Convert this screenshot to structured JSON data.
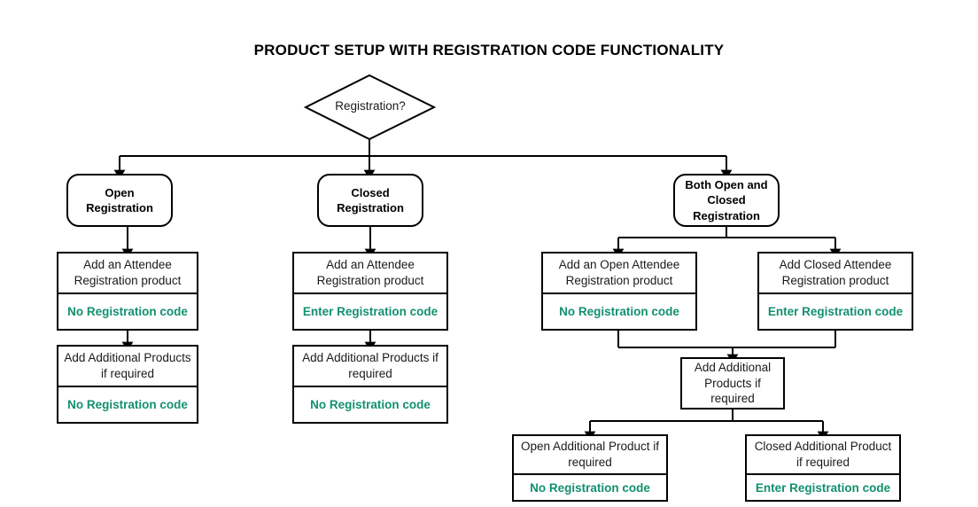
{
  "page": {
    "title": "PRODUCT SETUP WITH REGISTRATION CODE FUNCTIONALITY",
    "background": "#ffffff",
    "line_color": "#000000",
    "code_text_color": "#12906e",
    "text_color": "#1a1a1a"
  },
  "diagram": {
    "type": "flowchart",
    "decision": {
      "label": "Registration?",
      "shape": "diamond"
    },
    "branches": [
      {
        "id": "open",
        "terminal": "Open Registration",
        "steps": [
          {
            "text": "Add an Attendee Registration product",
            "code": "No Registration code"
          },
          {
            "text": "Add Additional Products if required",
            "code": "No Registration code"
          }
        ]
      },
      {
        "id": "closed",
        "terminal": "Closed Registration",
        "steps": [
          {
            "text": "Add an Attendee Registration product",
            "code": "Enter Registration code"
          },
          {
            "text": "Add Additional Products if required",
            "code": "No Registration code"
          }
        ]
      },
      {
        "id": "both",
        "terminal": "Both Open and Closed Registration",
        "steps": [
          {
            "text": "Add an Open Attendee Registration product",
            "code": "No Registration code"
          },
          {
            "text": "Add Closed Attendee Registration product",
            "code": "Enter Registration code"
          },
          {
            "text": "Add Additional Products if required",
            "code": ""
          },
          {
            "text": "Open Additional Product if required",
            "code": "No Registration code"
          },
          {
            "text": "Closed Additional Product if required",
            "code": "Enter Registration code"
          }
        ]
      }
    ]
  }
}
